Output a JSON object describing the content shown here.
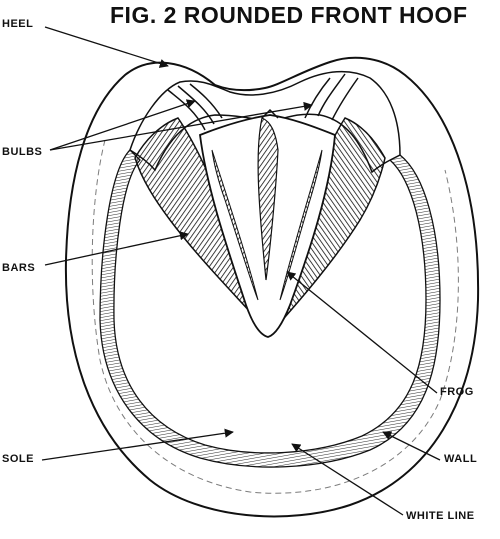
{
  "title": "FIG. 2  ROUNDED FRONT HOOF",
  "labels": {
    "heel": "HEEL",
    "bulbs": "BULBS",
    "bars": "BARS",
    "frog": "FROG",
    "sole": "SOLE",
    "wall": "WALL",
    "white_line": "WHITE LINE"
  },
  "colors": {
    "ink": "#111111",
    "paper": "#ffffff"
  }
}
